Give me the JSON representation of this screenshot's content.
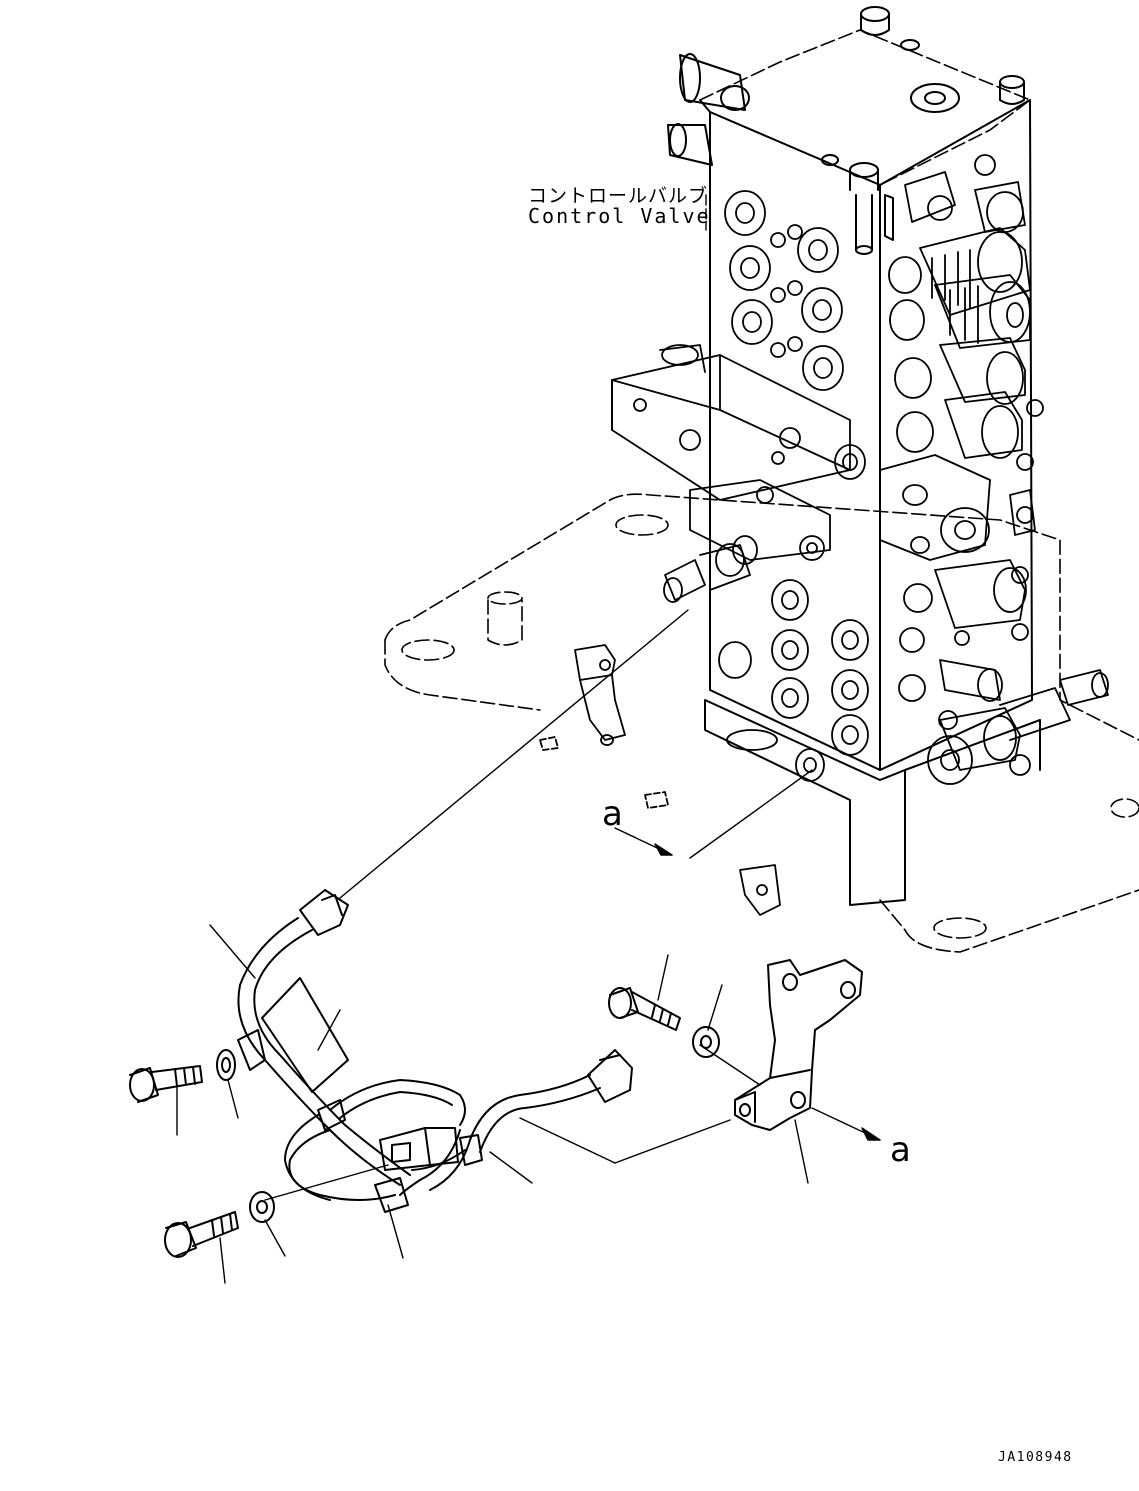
{
  "control_valve": {
    "label_jp": "コントロールバルブ",
    "label_en": "Control Valve"
  },
  "view_marker": "a",
  "drawing_code": "JA108948"
}
